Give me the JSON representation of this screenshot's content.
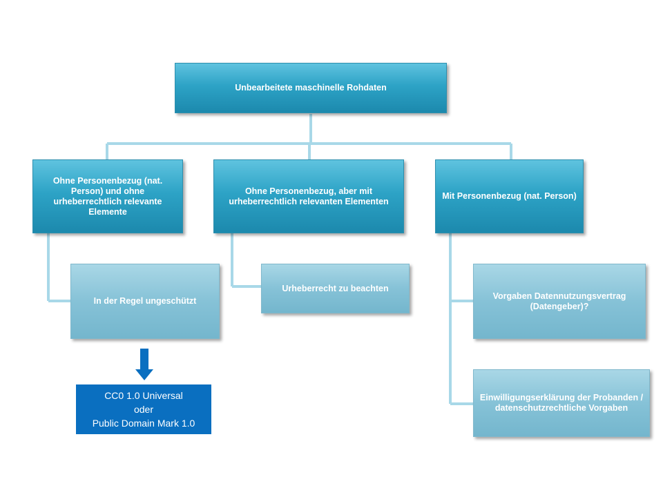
{
  "root": {
    "label": "Unbearbeitete maschinelle Rohdaten"
  },
  "categories": [
    {
      "label": "Ohne Personenbezug (nat. Person) und ohne urheberrechtlich relevante Elemente"
    },
    {
      "label": "Ohne Personenbezug, aber mit urheberrechtlich relevanten Elementen"
    },
    {
      "label": "Mit Personenbezug (nat. Person)"
    }
  ],
  "children": [
    {
      "label": "In der Regel ungeschützt"
    },
    {
      "label": "Urheberrecht zu beachten"
    },
    {
      "label": "Vorgaben Datennutzungsvertrag (Datengeber)?"
    },
    {
      "label": "Einwilligungserklärung der Probanden / datenschutzrechtliche Vorgaben"
    }
  ],
  "license": {
    "line1": "CC0 1.0 Universal",
    "line2": "oder",
    "line3": "Public Domain Mark 1.0"
  },
  "colors": {
    "dark_box": "#2da3c6",
    "light_box": "#86c2d7",
    "connector": "#a8d8e8",
    "license_box": "#0a6fc0",
    "arrow": "#0a6fc0"
  }
}
